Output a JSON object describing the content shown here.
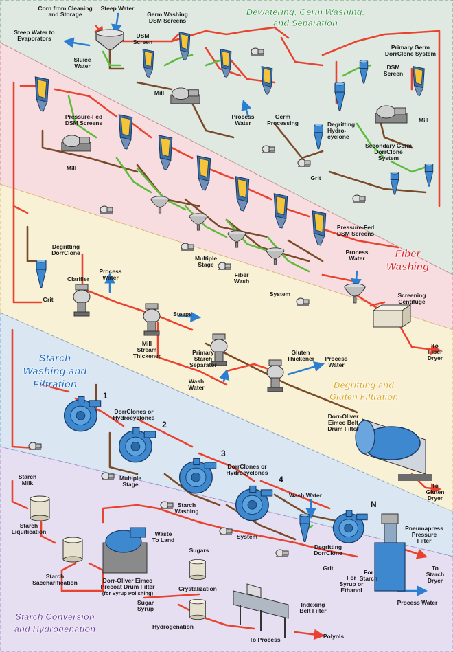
{
  "colors": {
    "band_dewatering": "#dfe9e2",
    "band_fiber": "#f8dde0",
    "band_degritting": "#f8f1d6",
    "band_starch": "#dbe6f3",
    "band_conversion": "#e6dff2",
    "title_dewatering": "#2f8f3a",
    "title_fiber": "#d6262a",
    "title_degritting": "#e0a21c",
    "title_starch": "#1e6fc4",
    "title_conversion": "#6a3d9a",
    "line_red": "#e8432f",
    "line_brown": "#7a4a28",
    "line_green": "#5dbb3d",
    "line_blue": "#2c7fd0",
    "equip_blue": "#3d88cf",
    "equip_gray": "#b9b9b9"
  },
  "sections": {
    "dewatering": {
      "line1": "Dewatering, Germ Washing,",
      "line2": "and Separation"
    },
    "fiber": {
      "line1": "Fiber",
      "line2": "Washing"
    },
    "degritting": {
      "line1": "Degritting and",
      "line2": "Gluten Filtration"
    },
    "starch": {
      "line1": "Starch",
      "line2": "Washing and",
      "line3": "Filtration"
    },
    "conversion": {
      "line1": "Starch Conversion",
      "line2": "and Hydrogenation"
    }
  },
  "labels": {
    "corn": {
      "l1": "Corn from Cleaning",
      "l2": "and Storage"
    },
    "steep_water": "Steep Water",
    "steep_evap": {
      "l1": "Steep Water to",
      "l2": "Evaporators"
    },
    "sluice": {
      "l1": "Sluice",
      "l2": "Water"
    },
    "germ_washing": {
      "l1": "Germ Washing",
      "l2": "DSM Screens"
    },
    "dsm_screen_top": {
      "l1": "DSM",
      "l2": "Screen"
    },
    "mill_top": "Mill",
    "process_water_germ": {
      "l1": "Process",
      "l2": "Water"
    },
    "germ_processing": {
      "l1": "Germ",
      "l2": "Processing"
    },
    "primary_germ": {
      "l1": "Primary Germ",
      "l2": "DorrClone System"
    },
    "dsm_screen_right": {
      "l1": "DSM",
      "l2": "Screen"
    },
    "degritting_hydro": {
      "l1": "Degritting",
      "l2": "Hydro-",
      "l3": "cyclone"
    },
    "mill_right": "Mill",
    "secondary_germ": {
      "l1": "Secondary Germ",
      "l2": "DorrClone",
      "l3": "System"
    },
    "grit_top": "Grit",
    "pressure_fed_left": {
      "l1": "Pressure-Fed",
      "l2": "DSM Screens"
    },
    "mill_fiber": "Mill",
    "multiple_stage_fiber": {
      "l1": "Multiple",
      "l2": "Stage"
    },
    "fiber_wash": {
      "l1": "Fiber",
      "l2": "Wash"
    },
    "system_fiber": "System",
    "pressure_fed_right": {
      "l1": "Pressure-Fed",
      "l2": "DSM Screens"
    },
    "process_water_fiber": {
      "l1": "Process",
      "l2": "Water"
    },
    "screening_centifuge": {
      "l1": "Screening",
      "l2": "Centifuge"
    },
    "to_fiber_dryer": {
      "l1": "To",
      "l2": "Fiber",
      "l3": "Dryer"
    },
    "degritting_dorrclone_top": {
      "l1": "Degritting",
      "l2": "DorrClone"
    },
    "grit_mid": "Grit",
    "clarifier": "Clarifier",
    "process_water_clar": {
      "l1": "Process",
      "l2": "Water"
    },
    "steeps": "Steeps",
    "mill_stream": {
      "l1": "Mill",
      "l2": "Stream",
      "l3": "Thickener"
    },
    "primary_starch": {
      "l1": "Primary",
      "l2": "Starch",
      "l3": "Separator"
    },
    "wash_water_mid": {
      "l1": "Wash",
      "l2": "Water"
    },
    "gluten_thickener": {
      "l1": "Gluten",
      "l2": "Thickener"
    },
    "process_water_gluten": {
      "l1": "Process",
      "l2": "Water"
    },
    "dorr_oliver_belt": {
      "l1": "Dorr-Oliver",
      "l2": "Eimco Belt",
      "l3": "Drum Filter"
    },
    "to_gluten_dryer": {
      "l1": "To",
      "l2": "Gluten",
      "l3": "Dryer"
    },
    "num1": "1",
    "num2": "2",
    "num3": "3",
    "num4": "4",
    "numN": "N",
    "dorrclones_a": {
      "l1": "DorrClones or",
      "l2": "Hydrocyclones"
    },
    "dorrclones_b": {
      "l1": "DorrClones or",
      "l2": "Hydrocyclones"
    },
    "multiple_stage_starch": {
      "l1": "Multiple",
      "l2": "Stage"
    },
    "starch_washing": {
      "l1": "Starch",
      "l2": "Washing"
    },
    "system_starch": "System",
    "wash_water_low": "Wash Water",
    "degritting_dorrclone_low": {
      "l1": "Degritting",
      "l2": "DorrClone"
    },
    "grit_low": "Grit",
    "for_starch": {
      "l1": "For",
      "l2": "Starch"
    },
    "for_syrup": {
      "l1": "For",
      "l2": "Syrup or",
      "l3": "Ethanol"
    },
    "pneumapress": {
      "l1": "Pneumapress",
      "l2": "Pressure",
      "l3": "Filter"
    },
    "to_starch_dryer": {
      "l1": "To",
      "l2": "Starch",
      "l3": "Dryer"
    },
    "process_water_low": "Process Water",
    "starch_milk": {
      "l1": "Starch",
      "l2": "Milk"
    },
    "starch_liquification": {
      "l1": "Starch",
      "l2": "Liquification"
    },
    "starch_saccharification": {
      "l1": "Starch",
      "l2": "Saccharification"
    },
    "precoat": {
      "l1": "Dorr-Oliver Eimco",
      "l2": "Precoat Drum Filter",
      "l3": "(for Syrup Polishing)"
    },
    "waste_to_land": {
      "l1": "Waste",
      "l2": "To Land"
    },
    "sugars": "Sugars",
    "crystalization": "Crystalization",
    "sugar_syrup": {
      "l1": "Sugar",
      "l2": "Syrup"
    },
    "hydrogenation": "Hydrogenation",
    "indexing_belt": {
      "l1": "Indexing",
      "l2": "Belt Filter"
    },
    "to_process": "To Process",
    "polyols": "Polyols"
  }
}
